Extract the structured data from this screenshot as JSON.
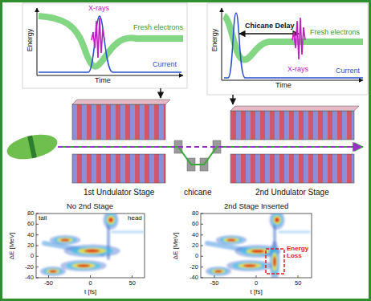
{
  "diagram": {
    "nodes": [
      {
        "text": [
          "Energy",
          "Time",
          "X-rays",
          "Fresh electrons",
          "Current"
        ]
      },
      {
        "text": [
          "Energy",
          "Chicane Delay",
          "Time",
          "Fresh electrons",
          "X-rays",
          "Current"
        ]
      },
      {
        "text": [
          "1st Undulator Stage"
        ]
      },
      {
        "text": [
          "chicane"
        ]
      },
      {
        "text": [
          "2nd Undulator Stage"
        ]
      },
      {
        "text": [
          "No 2nd Stage"
        ]
      },
      {
        "text": [
          "2nd Stage Inserted"
        ]
      }
    ],
    "edges": [
      {
        "from": 0,
        "to": 2,
        "arrow": "to"
      },
      {
        "from": 1,
        "to": 4,
        "arrow": "to"
      },
      {
        "from": 2,
        "to": 3,
        "arrow": "none"
      },
      {
        "from": 3,
        "to": 4,
        "arrow": "none"
      }
    ],
    "labels": [
      "tail",
      "head",
      "ΔE [MeV]",
      "80",
      "60",
      "40",
      "20",
      "0",
      "-20",
      "-40",
      "-50",
      "0",
      "50",
      "t [fs]",
      "ΔE [MeV]",
      "80",
      "60",
      "40",
      "20",
      "0",
      "-20",
      "-40",
      "-50",
      "0",
      "50",
      "t [fs]",
      "Energy Loss"
    ]
  }
}
